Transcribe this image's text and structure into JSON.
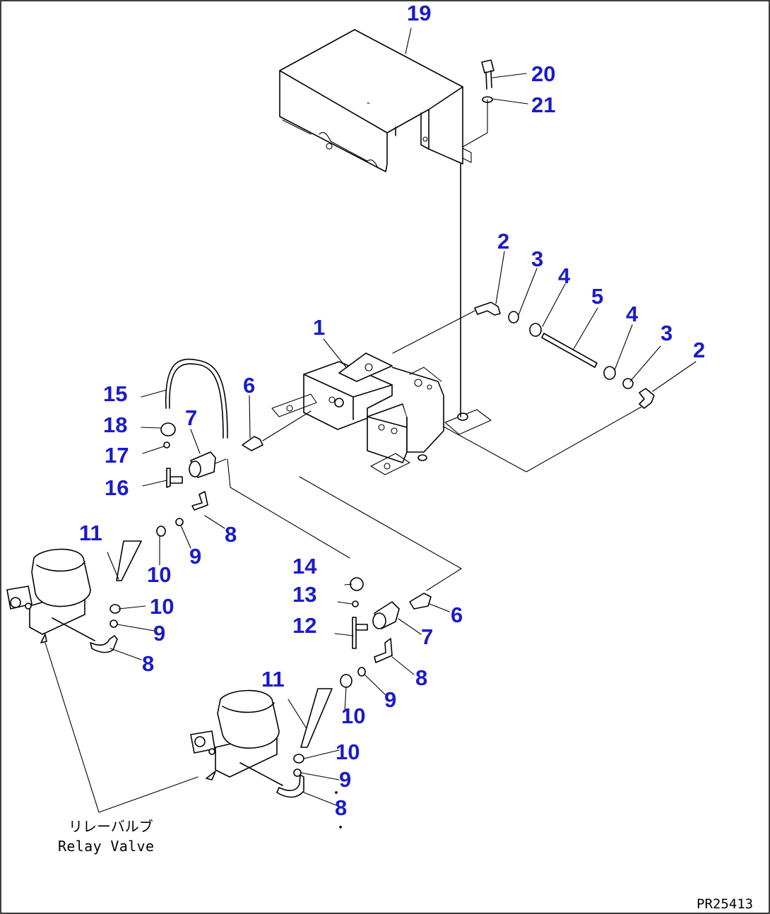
{
  "callouts": {
    "c1": "1",
    "c2a": "2",
    "c2b": "2",
    "c3a": "3",
    "c3b": "3",
    "c4a": "4",
    "c4b": "4",
    "c5": "5",
    "c6a": "6",
    "c6b": "6",
    "c7a": "7",
    "c7b": "7",
    "c8a": "8",
    "c8b": "8",
    "c8c": "8",
    "c8d": "8",
    "c9a": "9",
    "c9b": "9",
    "c9c": "9",
    "c9d": "9",
    "c10a": "10",
    "c10b": "10",
    "c10c": "10",
    "c10d": "10",
    "c11a": "11",
    "c11b": "11",
    "c12": "12",
    "c13": "13",
    "c14": "14",
    "c15": "15",
    "c16": "16",
    "c17": "17",
    "c18": "18",
    "c19": "19",
    "c20": "20",
    "c21": "21"
  },
  "note": {
    "jp": "リレーバルブ",
    "en": "Relay Valve"
  },
  "drawing_code": "PR25413"
}
